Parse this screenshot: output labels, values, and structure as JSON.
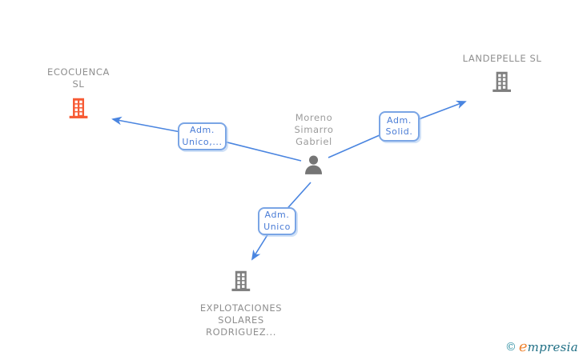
{
  "diagram": {
    "person": {
      "name_lines": [
        "Moreno",
        "Simarro",
        "Gabriel"
      ]
    },
    "companies": {
      "ecocuenca": {
        "name_lines": [
          "ECOCUENCA",
          "SL"
        ]
      },
      "landepelle": {
        "name": "LANDEPELLE SL"
      },
      "explotaciones": {
        "name_lines": [
          "EXPLOTACIONES",
          "SOLARES",
          "RODRIGUEZ..."
        ]
      }
    },
    "edge_labels": {
      "to_ecocuenca": {
        "line1": "Adm.",
        "line2": "Unico,..."
      },
      "to_landepelle": {
        "line1": "Adm.",
        "line2": "Solid."
      },
      "to_explotaciones": {
        "line1": "Adm.",
        "line2": "Unico"
      }
    }
  },
  "watermark": {
    "copyright": "©",
    "brand_initial": "e",
    "brand_rest": "mpresia"
  },
  "colors": {
    "edge_blue": "#4a85e0",
    "company_highlight_orange": "#f75b35",
    "node_gray": "#7f7f7f",
    "edge_label_blue": "#4a7cd6",
    "node_label_gray": "#8f8f8f"
  }
}
